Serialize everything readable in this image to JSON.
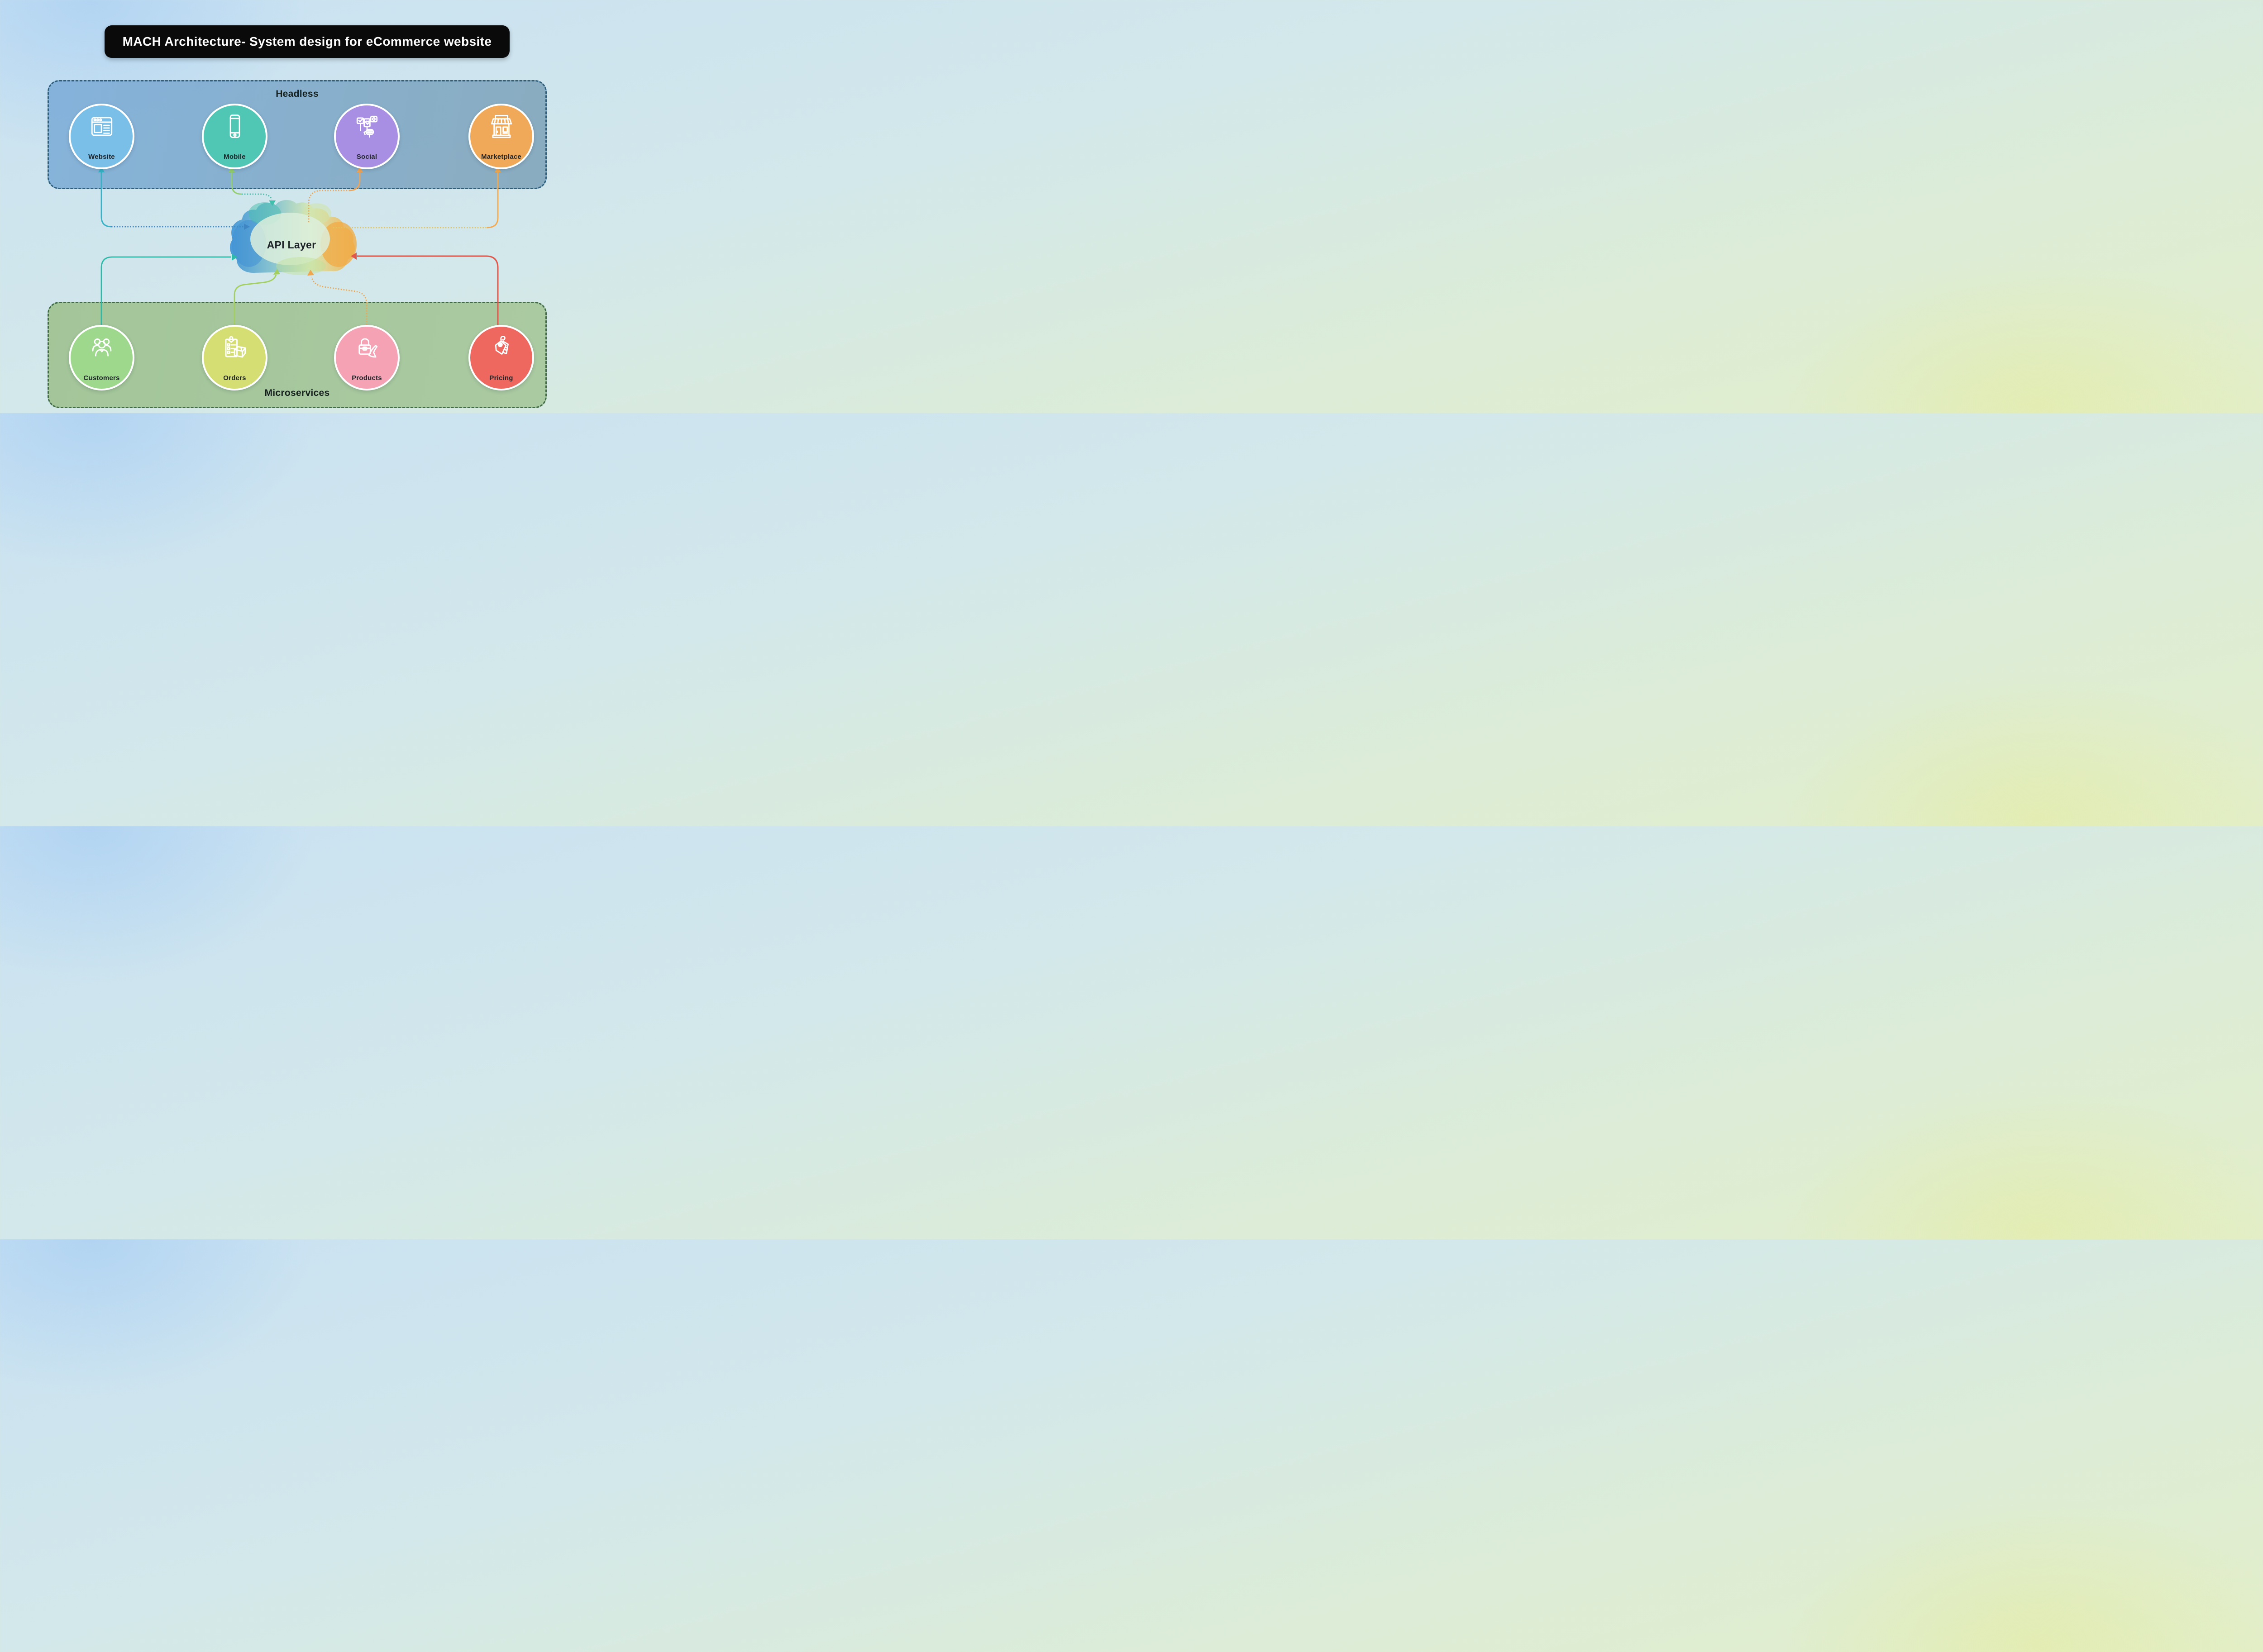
{
  "title": "MACH Architecture- System design for eCommerce website",
  "api_layer": {
    "label": "API Layer"
  },
  "sections": {
    "headless": {
      "label": "Headless",
      "nodes": [
        {
          "label": "Website",
          "icon": "browser-icon",
          "color": "#79bfe8"
        },
        {
          "label": "Mobile",
          "icon": "smartphone-icon",
          "color": "#4fc7b4"
        },
        {
          "label": "Social",
          "icon": "social-hand-icon",
          "color": "#a98fe3"
        },
        {
          "label": "Marketplace",
          "icon": "storefront-icon",
          "color": "#f0a859"
        }
      ]
    },
    "microservices": {
      "label": "Microservices",
      "nodes": [
        {
          "label": "Customers",
          "icon": "users-icon",
          "color": "#9ed88d"
        },
        {
          "label": "Orders",
          "icon": "clipboard-box-icon",
          "color": "#d4de73"
        },
        {
          "label": "Products",
          "icon": "bag-heel-icon",
          "color": "#f4a2b4"
        },
        {
          "label": "Pricing",
          "icon": "price-tags-icon",
          "color": "#ee685f"
        }
      ]
    }
  },
  "colors": {
    "title_bg": "#0a0a0a",
    "headless_fill": "#7cacd7",
    "headless_border": "#2d5f7d",
    "microservices_fill": "#a4c496",
    "microservices_border": "#3f6b49",
    "connector_website_solid": "#38b2c6",
    "connector_website_dashed": "#3f86c4",
    "connector_mobile_solid": "#93cf6d",
    "connector_mobile_dashed": "#41bfad",
    "connector_social": "#f0a455",
    "connector_marketplace_dashed": "#e5c35c",
    "connector_marketplace_solid": "#f2a950",
    "connector_customers": "#2fb9a8",
    "connector_orders": "#a3cf5e",
    "connector_products": "#f0a64e",
    "connector_pricing": "#e2574b",
    "cloud_left": "#4a9ad8",
    "cloud_center": "#d6e8b8",
    "cloud_right": "#f0b45a"
  }
}
